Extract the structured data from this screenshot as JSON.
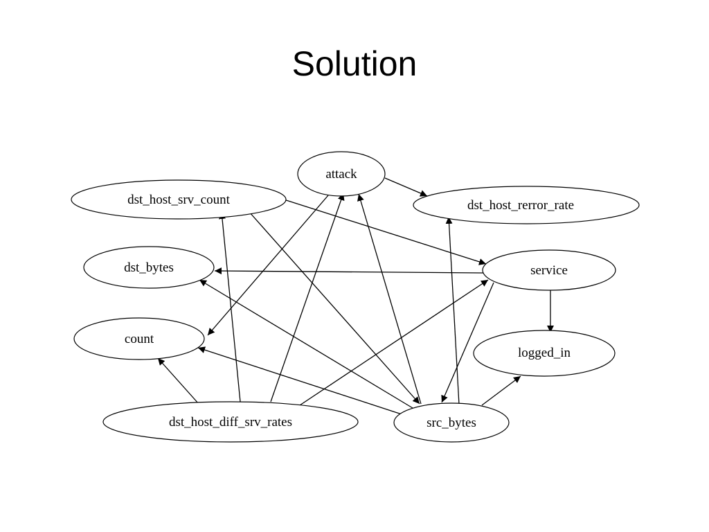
{
  "slide": {
    "title": "Solution"
  },
  "diagram": {
    "nodes": [
      {
        "id": "attack",
        "label": "attack"
      },
      {
        "id": "dst_host_srv_count",
        "label": "dst_host_srv_count"
      },
      {
        "id": "dst_host_rerror_rate",
        "label": "dst_host_rerror_rate"
      },
      {
        "id": "dst_bytes",
        "label": "dst_bytes"
      },
      {
        "id": "service",
        "label": "service"
      },
      {
        "id": "count",
        "label": "count"
      },
      {
        "id": "logged_in",
        "label": "logged_in"
      },
      {
        "id": "dst_host_diff_srv_rates",
        "label": "dst_host_diff_srv_rates"
      },
      {
        "id": "src_bytes",
        "label": "src_bytes"
      }
    ],
    "edges": [
      {
        "from": "attack",
        "to": "dst_host_rerror_rate"
      },
      {
        "from": "attack",
        "to": "count"
      },
      {
        "from": "dst_host_srv_count",
        "to": "service"
      },
      {
        "from": "dst_host_srv_count",
        "to": "src_bytes"
      },
      {
        "from": "service",
        "to": "dst_bytes"
      },
      {
        "from": "service",
        "to": "logged_in"
      },
      {
        "from": "service",
        "to": "src_bytes"
      },
      {
        "from": "dst_host_diff_srv_rates",
        "to": "dst_host_srv_count"
      },
      {
        "from": "dst_host_diff_srv_rates",
        "to": "attack"
      },
      {
        "from": "dst_host_diff_srv_rates",
        "to": "count"
      },
      {
        "from": "dst_host_diff_srv_rates",
        "to": "service"
      },
      {
        "from": "src_bytes",
        "to": "attack"
      },
      {
        "from": "src_bytes",
        "to": "dst_host_rerror_rate"
      },
      {
        "from": "src_bytes",
        "to": "dst_bytes"
      },
      {
        "from": "src_bytes",
        "to": "count"
      },
      {
        "from": "src_bytes",
        "to": "logged_in"
      }
    ]
  }
}
